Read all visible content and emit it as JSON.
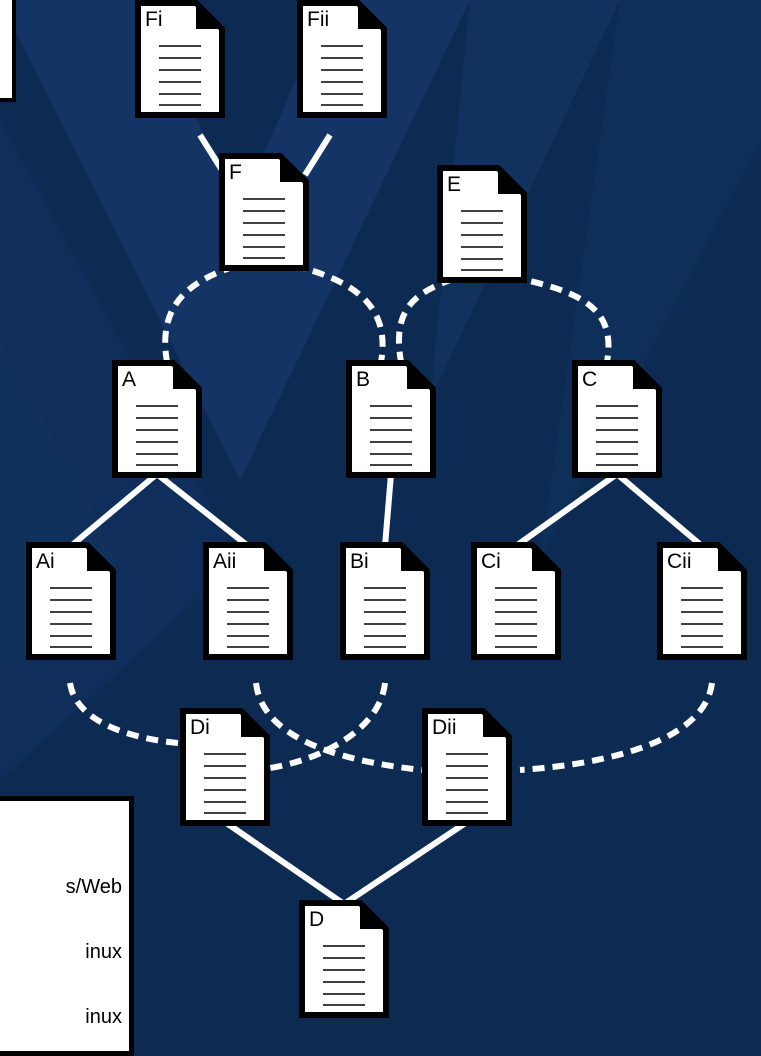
{
  "nodes": [
    {
      "id": "Fi",
      "label": "Fi"
    },
    {
      "id": "Fii",
      "label": "Fii"
    },
    {
      "id": "F",
      "label": "F"
    },
    {
      "id": "E",
      "label": "E"
    },
    {
      "id": "A",
      "label": "A"
    },
    {
      "id": "B",
      "label": "B"
    },
    {
      "id": "C",
      "label": "C"
    },
    {
      "id": "Ai",
      "label": "Ai"
    },
    {
      "id": "Aii",
      "label": "Aii"
    },
    {
      "id": "Bi",
      "label": "Bi"
    },
    {
      "id": "Ci",
      "label": "Ci"
    },
    {
      "id": "Cii",
      "label": "Cii"
    },
    {
      "id": "Di",
      "label": "Di"
    },
    {
      "id": "Dii",
      "label": "Dii"
    },
    {
      "id": "D",
      "label": "D"
    }
  ],
  "edges": [
    {
      "from": "Fi",
      "to": "F",
      "style": "solid"
    },
    {
      "from": "Fii",
      "to": "F",
      "style": "solid"
    },
    {
      "from": "F",
      "to": "A",
      "style": "dashed"
    },
    {
      "from": "F",
      "to": "B",
      "style": "dashed"
    },
    {
      "from": "E",
      "to": "B",
      "style": "dashed"
    },
    {
      "from": "E",
      "to": "C",
      "style": "dashed"
    },
    {
      "from": "A",
      "to": "Ai",
      "style": "solid"
    },
    {
      "from": "A",
      "to": "Aii",
      "style": "solid"
    },
    {
      "from": "B",
      "to": "Bi",
      "style": "solid"
    },
    {
      "from": "C",
      "to": "Ci",
      "style": "solid"
    },
    {
      "from": "C",
      "to": "Cii",
      "style": "solid"
    },
    {
      "from": "Ai",
      "to": "Dii",
      "style": "dashed"
    },
    {
      "from": "Aii",
      "to": "Dii",
      "style": "dashed"
    },
    {
      "from": "Bi",
      "to": "Di",
      "style": "dashed"
    },
    {
      "from": "Cii",
      "to": "Dii",
      "style": "dashed"
    },
    {
      "from": "Di",
      "to": "D",
      "style": "solid"
    },
    {
      "from": "Dii",
      "to": "D",
      "style": "solid"
    }
  ],
  "legend": {
    "items": [
      "s/Web",
      "inux",
      "inux"
    ]
  },
  "colors": {
    "background": "#0c2a52",
    "background_stripe": "#16386a",
    "edge": "#ffffff",
    "doc_fill": "#ffffff",
    "doc_outline": "#000000"
  }
}
